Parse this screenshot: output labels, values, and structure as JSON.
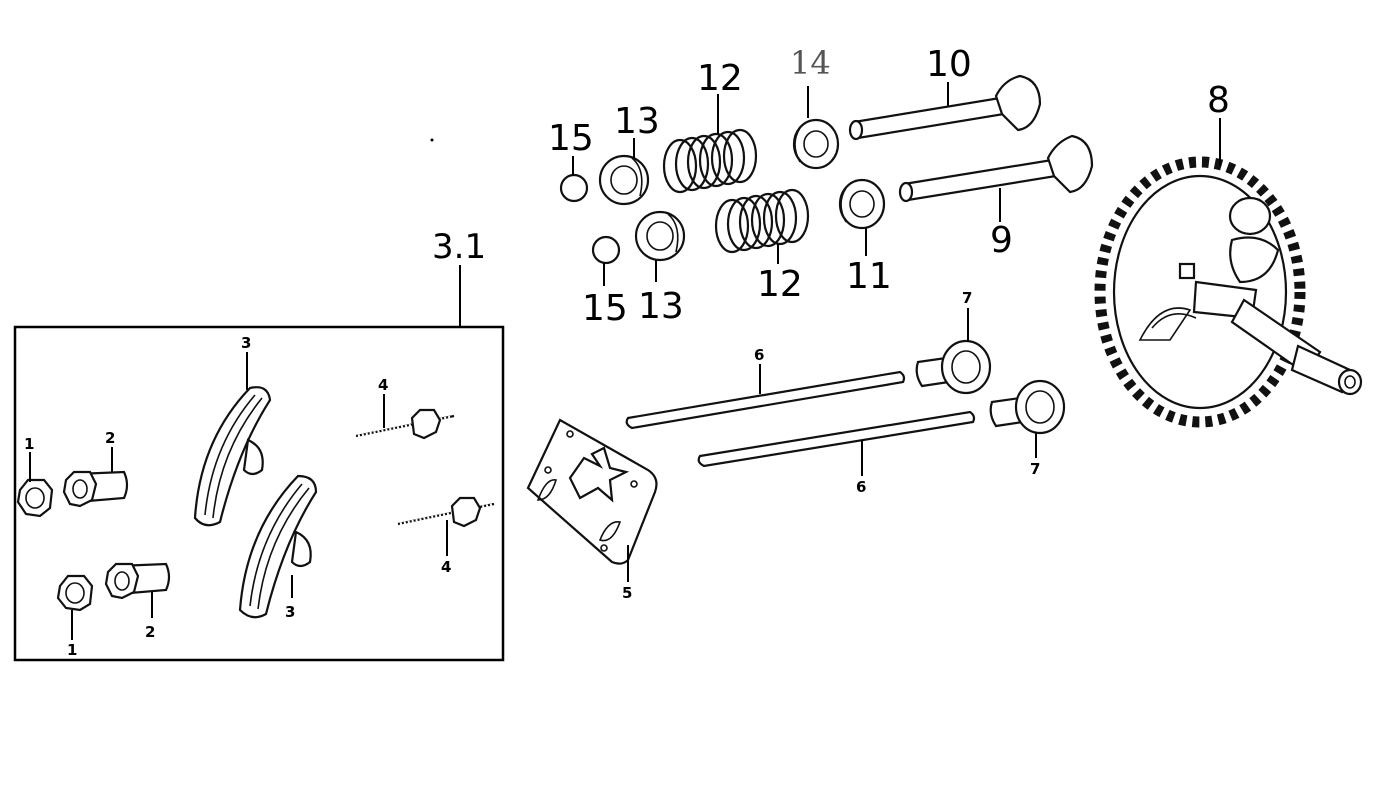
{
  "callouts": {
    "assembly": "3.1",
    "valve_spring_left_top": "12",
    "valve_spring_left_bottom": "12",
    "retainer_top": "13",
    "retainer_bottom": "13",
    "collet_top": "15",
    "collet_bottom": "15",
    "seal": "14",
    "valve_exhaust": "10",
    "valve_intake": "9",
    "seat": "11",
    "camshaft": "8",
    "tappet_top": "7",
    "tappet_bottom": "7",
    "pushrod_top": "6",
    "pushrod_bottom": "6",
    "guide_plate": "5",
    "rocker_top": "3",
    "rocker_bottom": "3",
    "stud_top": "4",
    "stud_bottom": "4",
    "nut_top": "1",
    "nut_bottom": "1",
    "pivot_top": "2",
    "pivot_bottom": "2"
  }
}
